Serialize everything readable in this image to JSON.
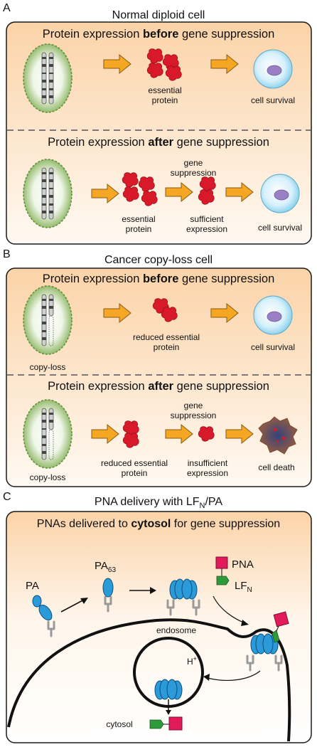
{
  "panel_a": {
    "letter": "A",
    "title": "Normal diploid cell",
    "top": {
      "heading_pre": "Protein expression ",
      "heading_bold": "before",
      "heading_post": " gene suppression",
      "protein_label_1": "essential",
      "protein_label_2": "protein",
      "outcome": "cell survival"
    },
    "bottom": {
      "heading_pre": "Protein expression ",
      "heading_bold": "after",
      "heading_post": " gene suppression",
      "suppression_1": "gene",
      "suppression_2": "suppression",
      "protein_label_1": "essential",
      "protein_label_2": "protein",
      "expression_1": "sufficient",
      "expression_2": "expression",
      "outcome": "cell survival"
    }
  },
  "panel_b": {
    "letter": "B",
    "title": "Cancer copy-loss cell",
    "top": {
      "heading_pre": "Protein expression ",
      "heading_bold": "before",
      "heading_post": " gene suppression",
      "nucleus_label": "copy-loss",
      "protein_label_1": "reduced essential",
      "protein_label_2": "protein",
      "outcome": "cell survival"
    },
    "bottom": {
      "heading_pre": "Protein expression ",
      "heading_bold": "after",
      "heading_post": " gene suppression",
      "nucleus_label": "copy-loss",
      "suppression_1": "gene",
      "suppression_2": "suppression",
      "protein_label_1": "reduced essential",
      "protein_label_2": "protein",
      "expression_1": "insufficient",
      "expression_2": "expression",
      "outcome": "cell death"
    }
  },
  "panel_c": {
    "letter": "C",
    "title_main": "PNA delivery with LF",
    "title_sub": "N",
    "title_end": "/PA",
    "heading_pre": "PNAs delivered to ",
    "heading_bold": "cytosol",
    "heading_post": " for gene suppression",
    "pa_label": "PA",
    "pa63_main": "PA",
    "pa63_sub": "63",
    "pna_label": "PNA",
    "lfn_main": "LF",
    "lfn_sub": "N",
    "endosome_label": "endosome",
    "h_label": "H",
    "h_sup": "+",
    "cytosol_label": "cytosol"
  },
  "colors": {
    "panel_fill_top": "#fbd6ad",
    "panel_fill_bottom": "#fff9f1",
    "panel_border": "#1a1a1a",
    "arrow": "#f5a623",
    "protein": "#d8192a",
    "nucleus_green": "#6fa043",
    "cell_blue": "#9ed9f0",
    "cell_nucleus": "#9b7fc4",
    "pa_blue": "#2a9ad8",
    "pna_pink": "#e21a5b",
    "lfn_green": "#2f9a3a"
  }
}
